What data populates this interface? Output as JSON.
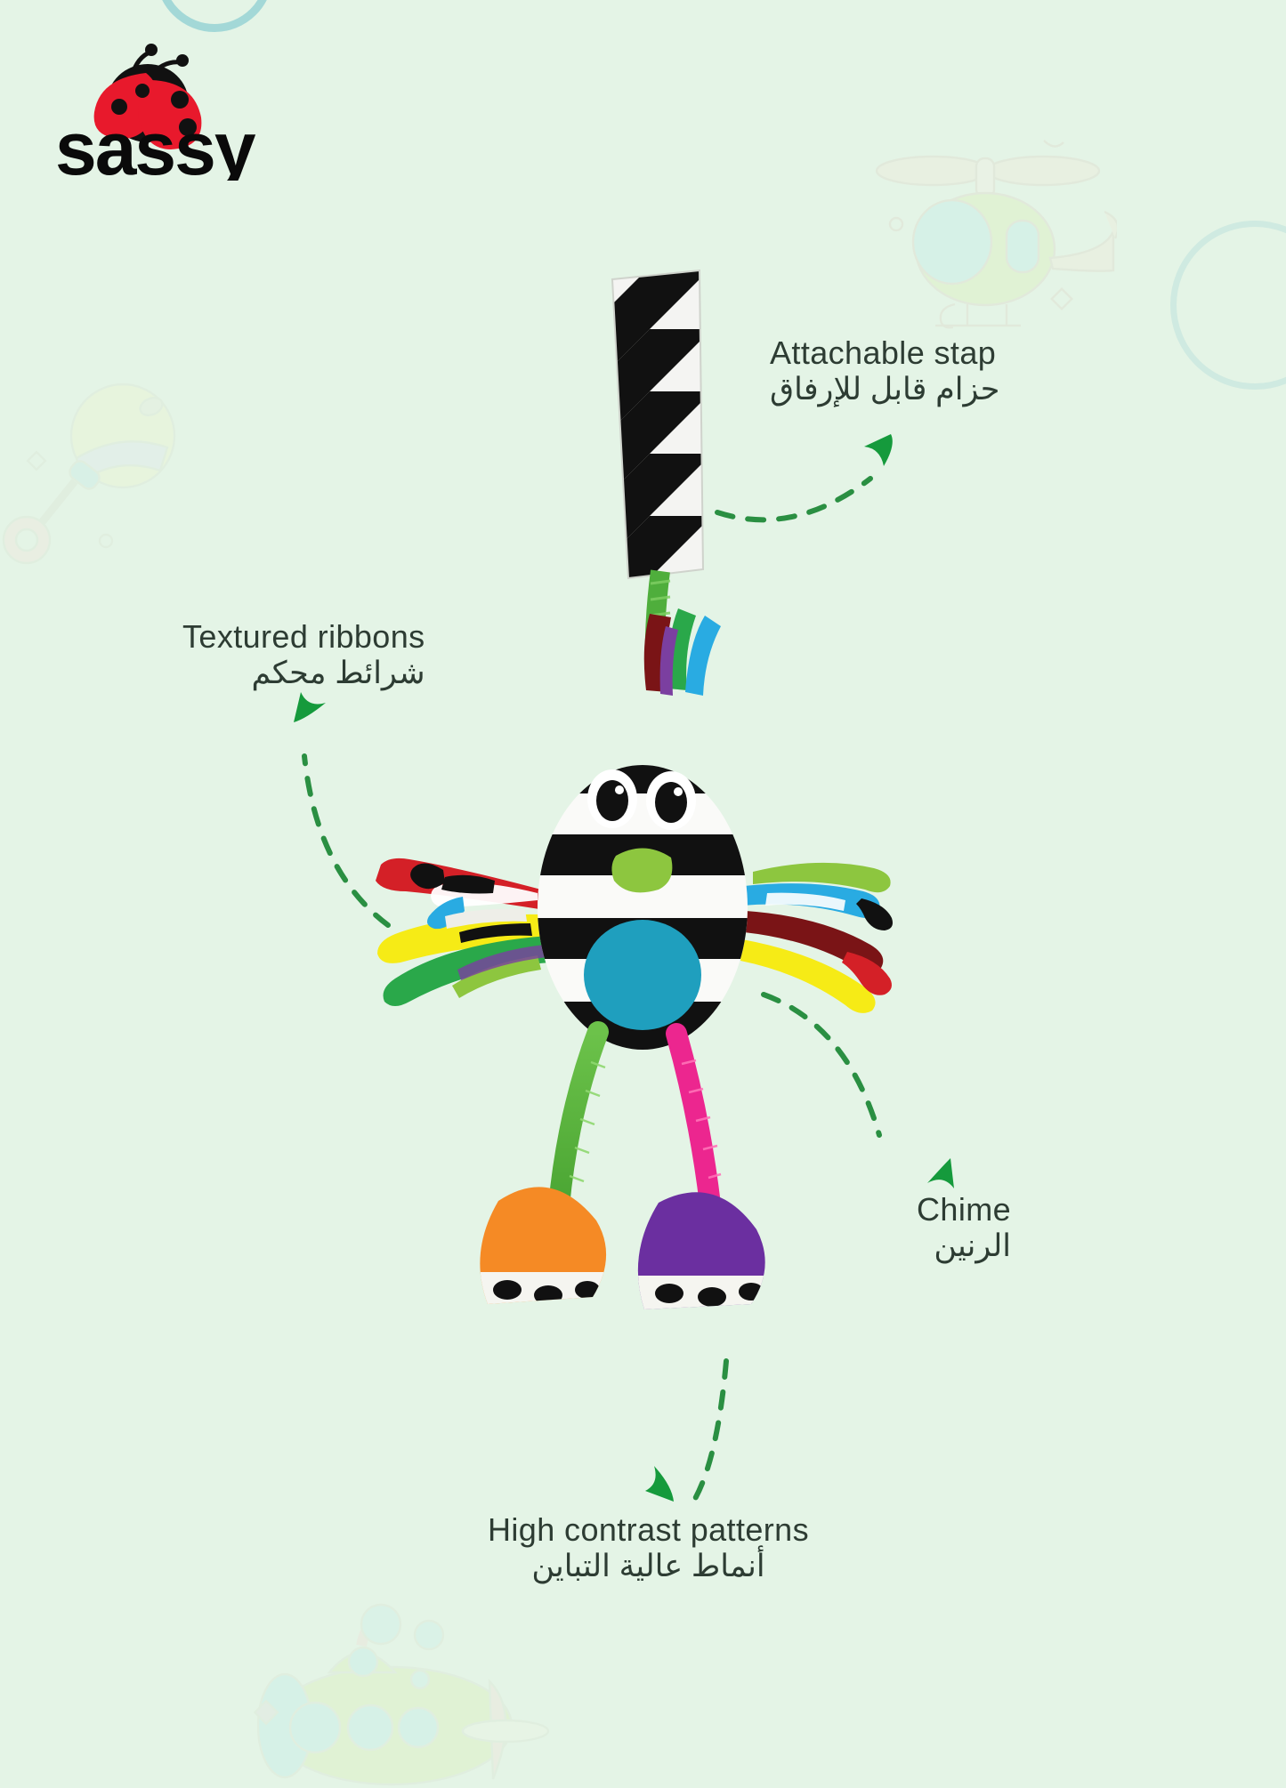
{
  "meta": {
    "background_color": "#e4f4e6",
    "text_color": "#2d3c33",
    "arrow_color": "#2a8f42",
    "brand_red": "#e8192c"
  },
  "brand": {
    "name": "sassy",
    "logo_icon": "ladybug-icon"
  },
  "callouts": [
    {
      "id": "attachable-strap",
      "en": "Attachable stap",
      "ar": "حزام قابل للإرفاق",
      "arrow": "curved-dashed-arrow-up-right"
    },
    {
      "id": "textured-ribbons",
      "en": "Textured ribbons",
      "ar": "شرائط محكم",
      "arrow": "curved-dashed-arrow-up-left"
    },
    {
      "id": "chime",
      "en": "Chime",
      "ar": "الرنين",
      "arrow": "curved-dashed-arrow-down-right"
    },
    {
      "id": "high-contrast-patterns",
      "en": "High contrast patterns",
      "ar": "أنماط عالية التباين",
      "arrow": "curved-dashed-arrow-down-left"
    }
  ],
  "decor": {
    "helicopter": "helicopter-watermark",
    "rattle": "rattle-watermark",
    "submarine": "submarine-watermark"
  },
  "product": {
    "name": "striped-bird-plush-toy",
    "strap_pattern": "black-white-diagonal-stripes",
    "body_pattern": "black-white-horizontal-stripes",
    "belly_color": "#1f9fbe",
    "beak_color": "#8dc63f",
    "foot_left_color": "#f58a25",
    "foot_right_color": "#6b2fa0",
    "leg_left_color": "#5bbf3a",
    "leg_right_color": "#ec268f",
    "ribbon_colors": [
      "#d42027",
      "#f6eb16",
      "#2aa84a",
      "#29abe2",
      "#8dc63f",
      "#7a1416",
      "#ffffff",
      "#000000"
    ]
  }
}
